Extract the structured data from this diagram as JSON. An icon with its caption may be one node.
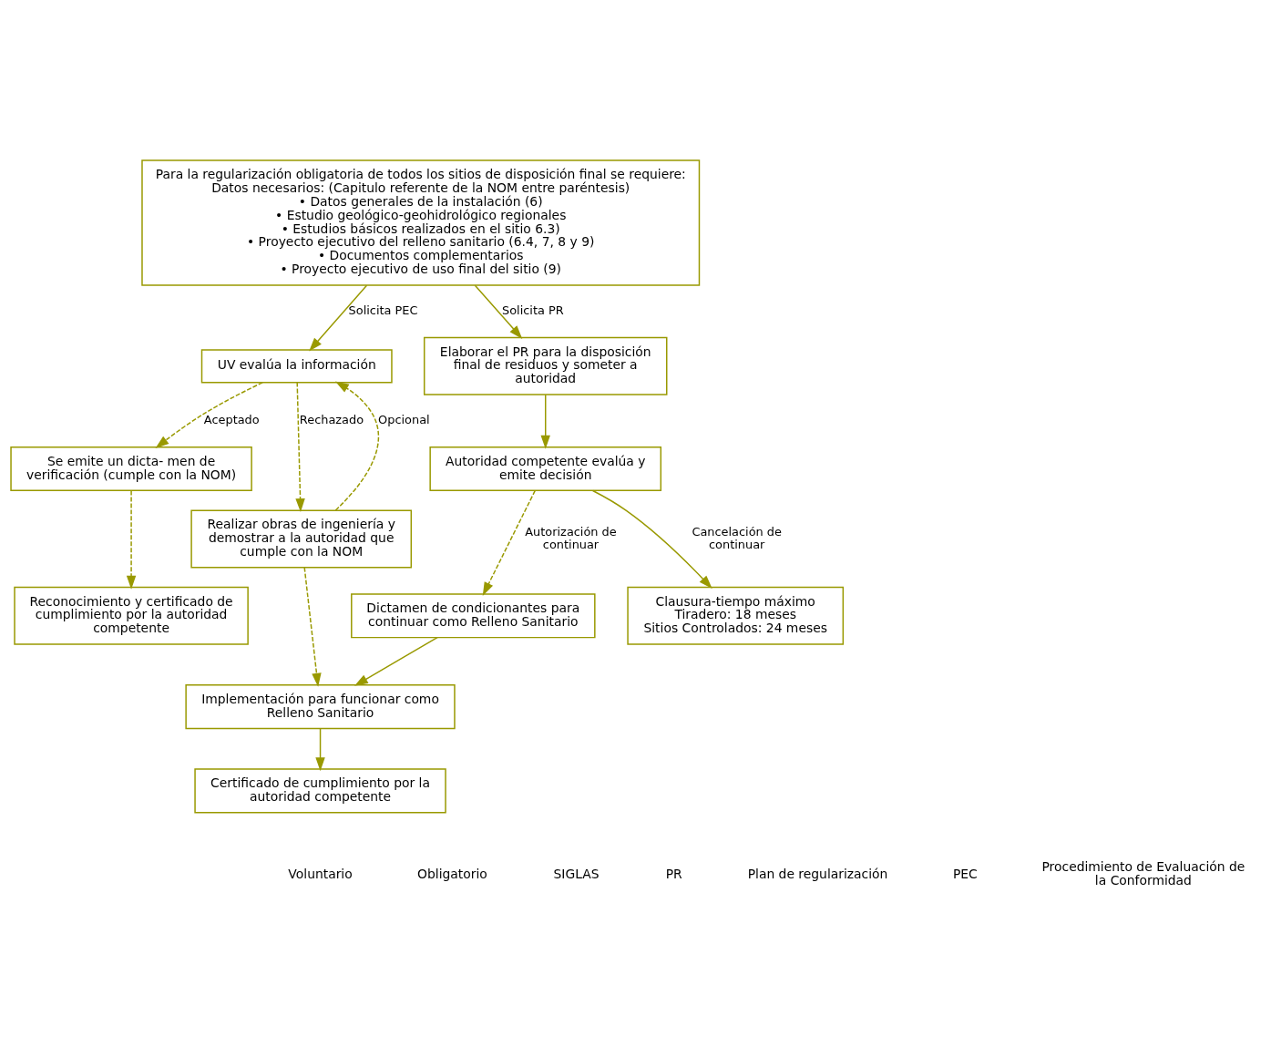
{
  "diagram": {
    "nodes": [
      {
        "text": [
          "Para la regularización obligatoria de todos los sitios de disposición final se requiere:",
          "Datos necesarios: (Capitulo referente de la NOM entre paréntesis)",
          "• Datos generales de la instalación (6)",
          "• Estudio geológico-geohidrológico regionales",
          "• Estudios básicos realizados en el sitio 6.3)",
          "• Proyecto ejecutivo del relleno sanitario (6.4, 7, 8 y 9)",
          "• Documentos complementarios",
          "• Proyecto ejecutivo de uso final del sitio (9)"
        ]
      },
      {
        "text": [
          "UV evalúa la información"
        ]
      },
      {
        "text": [
          "Elaborar el PR para la disposición final de residuos y someter a autoridad"
        ]
      },
      {
        "text": [
          "Se emite un dicta- men de verificación (cumple con la NOM)"
        ]
      },
      {
        "text": [
          "Realizar obras de ingeniería y demostrar a la autoridad que cumple con la NOM"
        ]
      },
      {
        "text": [
          "Autoridad competente evalúa y emite decisión"
        ]
      },
      {
        "text": [
          "Dictamen de condicionantes para continuar como Relleno Sanitario"
        ]
      },
      {
        "text": [
          "Reconocimiento y certificado de cumplimiento por la autoridad competente"
        ]
      },
      {
        "text": [
          "Implementación para funcionar como Relleno Sanitario"
        ]
      },
      {
        "text": [
          "Clausura-tiempo máximo",
          "Tiradero: 18 meses",
          "Sitios Controlados: 24 meses"
        ]
      },
      {
        "text": [
          "Certificado de cumplimiento por la autoridad competente"
        ]
      }
    ],
    "edges": [
      {
        "from": 0,
        "to": 1,
        "arrow": "to",
        "label": "Solicita PEC"
      },
      {
        "from": 0,
        "to": 2,
        "arrow": "to",
        "label": "Solicita PR"
      },
      {
        "from": 1,
        "to": 3,
        "arrow": "to",
        "label": "Aceptado",
        "style": "dashed"
      },
      {
        "from": 1,
        "to": 4,
        "arrow": "to",
        "label": "Rechazado",
        "style": "dashed"
      },
      {
        "from": 2,
        "to": 5,
        "arrow": "to"
      },
      {
        "from": 5,
        "to": 6,
        "arrow": "to",
        "label": "Autorización de continuar",
        "style": "dashed"
      },
      {
        "from": 5,
        "to": 9,
        "arrow": "to",
        "label": "Cancelación de continuar"
      },
      {
        "from": 3,
        "to": 7,
        "arrow": "to",
        "style": "dashed"
      },
      {
        "from": 4,
        "to": 1,
        "arrow": "to",
        "label": "Opcional",
        "style": "dashed"
      },
      {
        "from": 4,
        "to": 8,
        "arrow": "to",
        "style": "dashed"
      },
      {
        "from": 6,
        "to": 8,
        "arrow": "to"
      },
      {
        "from": 8,
        "to": 10,
        "arrow": "to"
      }
    ],
    "labels": [
      "Voluntario",
      "Obligatorio",
      "SIGLAS",
      "PR",
      "Plan de regularización",
      "PEC",
      "Procedimiento de Evaluación de la Conformidad"
    ]
  }
}
